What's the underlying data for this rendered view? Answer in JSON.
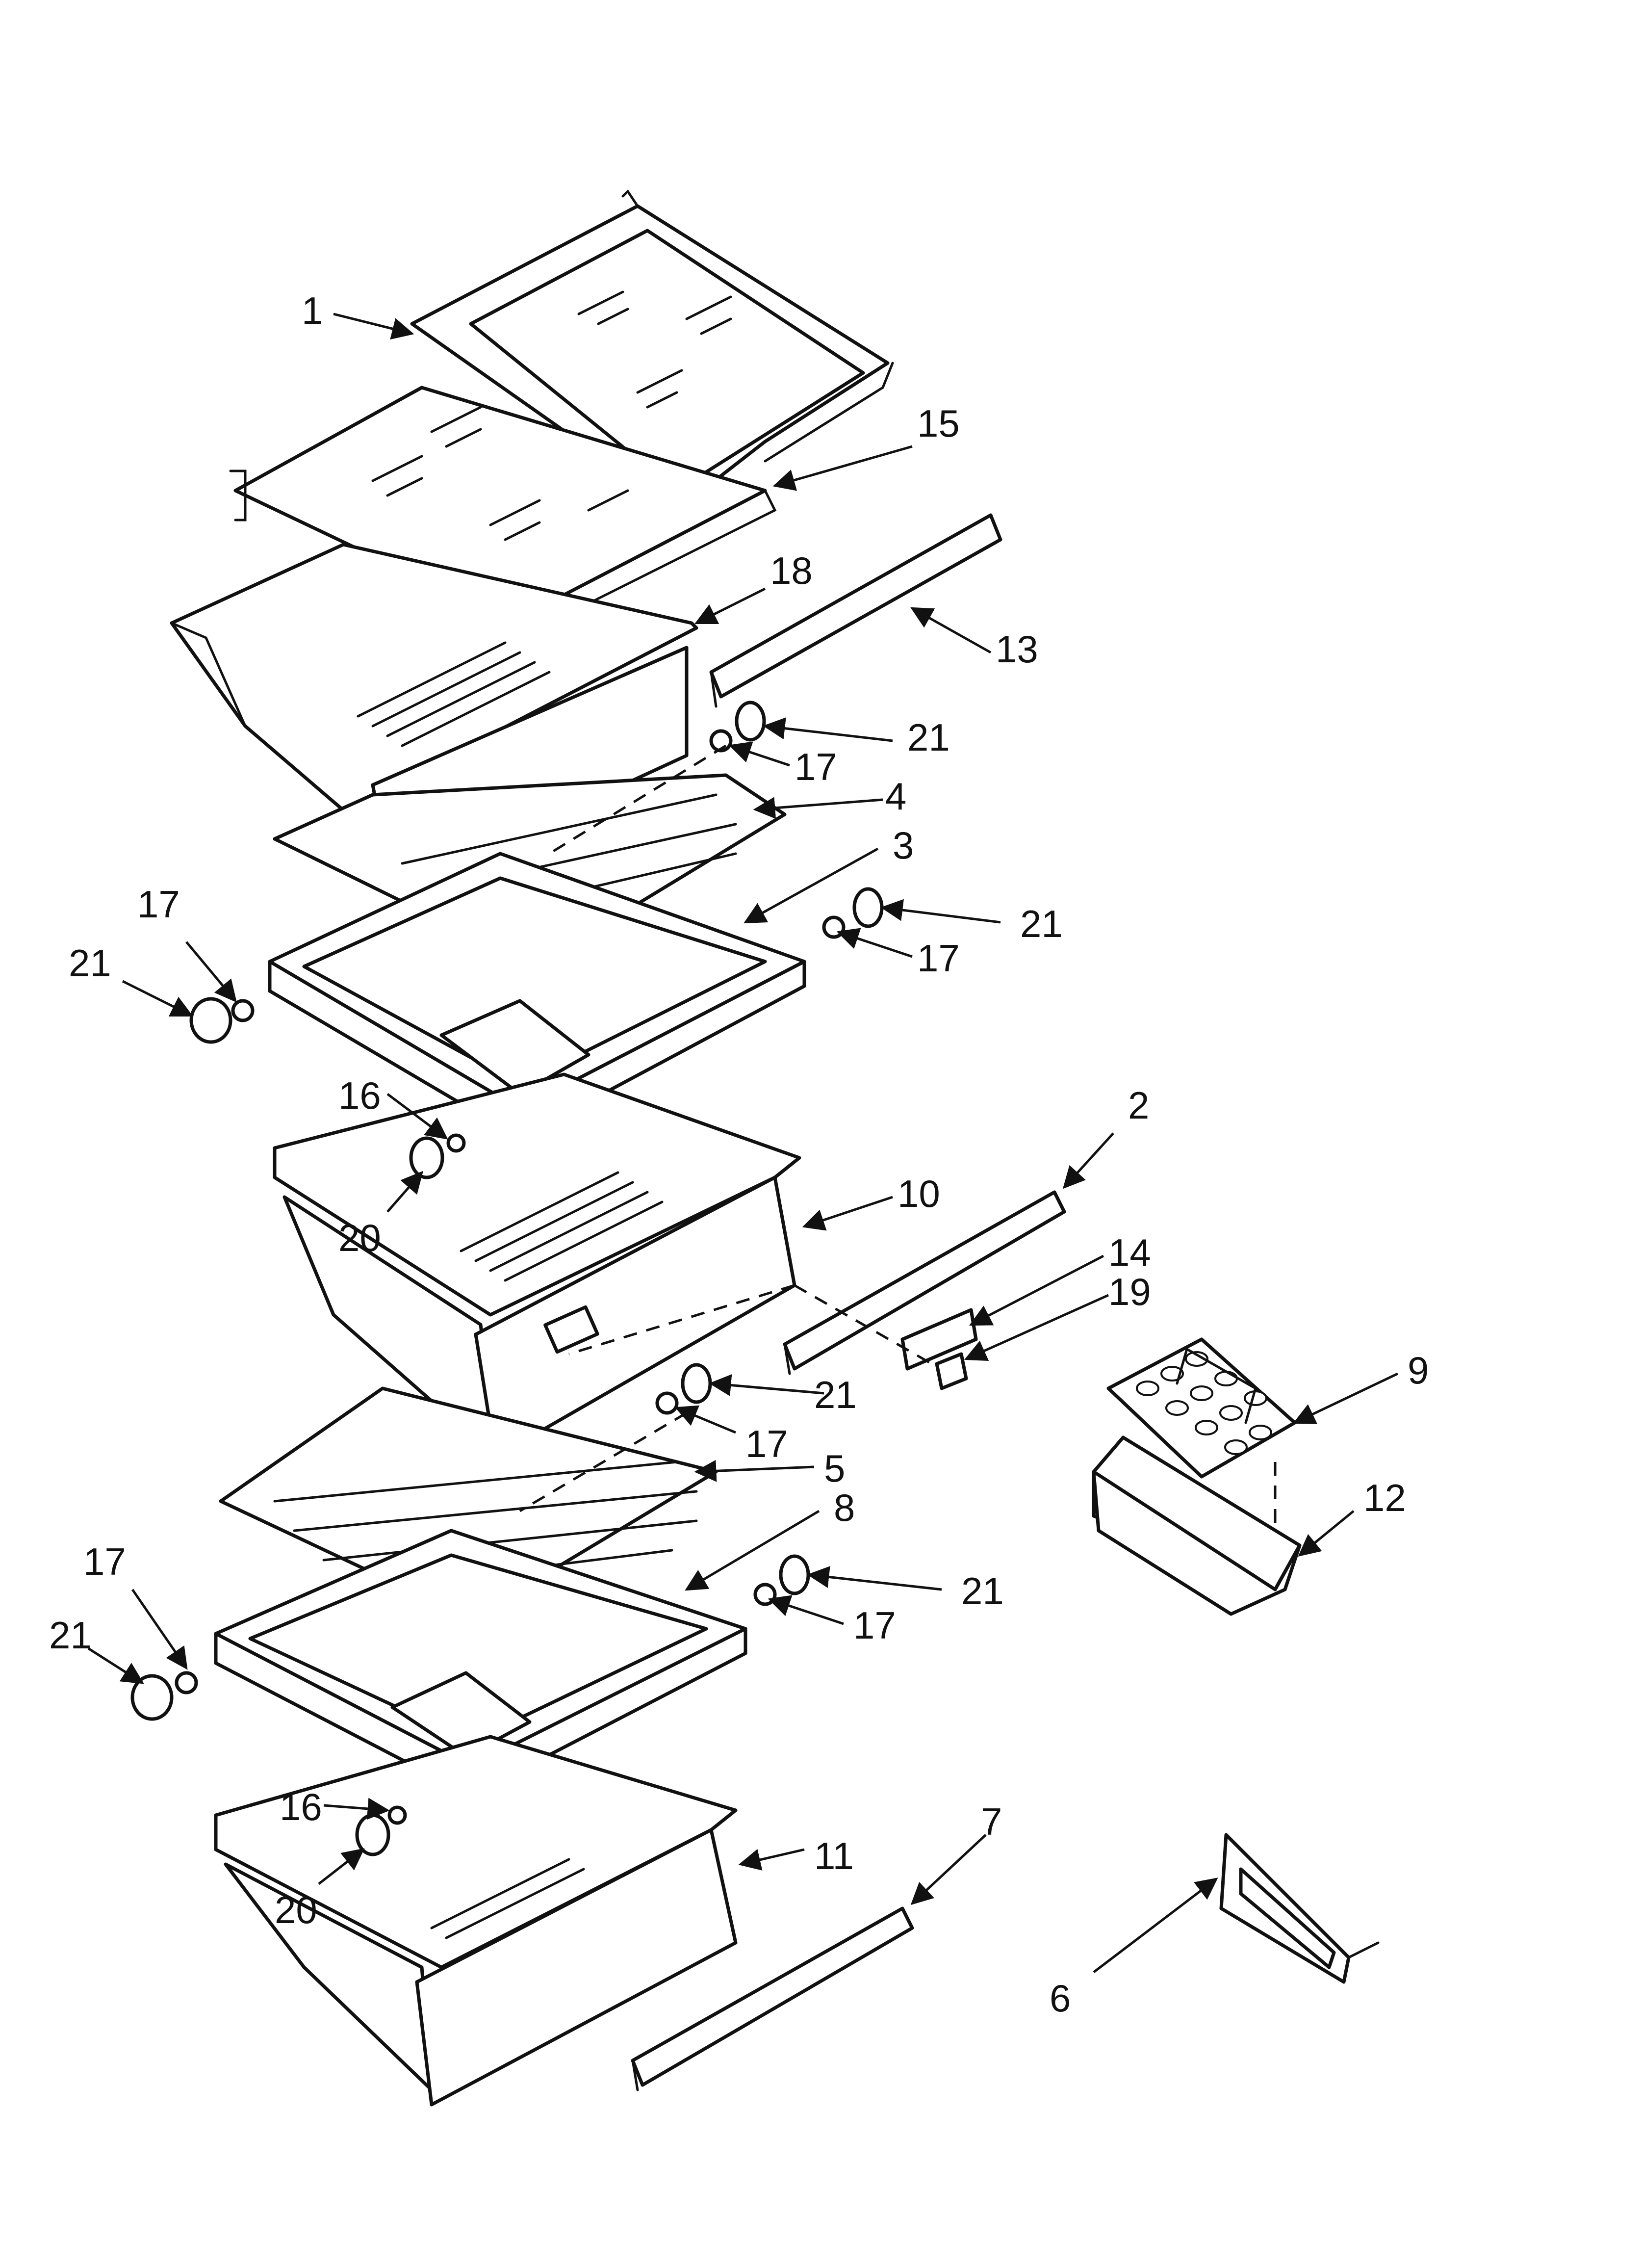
{
  "diagram": {
    "parts": [
      {
        "id": "top-glass-shelf",
        "callout": "1"
      },
      {
        "id": "lower-crisper-cover",
        "callout": "2"
      },
      {
        "id": "upper-crisper-frame",
        "callout": "3"
      },
      {
        "id": "upper-crisper-glass",
        "callout": "4"
      },
      {
        "id": "lower-crisper-glass",
        "callout": "5"
      },
      {
        "id": "rear-bracket",
        "callout": "6"
      },
      {
        "id": "bottom-pan-trim",
        "callout": "7"
      },
      {
        "id": "lower-crisper-frame",
        "callout": "8"
      },
      {
        "id": "egg-tray",
        "callout": "9"
      },
      {
        "id": "middle-pan",
        "callout": "10"
      },
      {
        "id": "bottom-pan",
        "callout": "11"
      },
      {
        "id": "egg-bin",
        "callout": "12"
      },
      {
        "id": "upper-trim",
        "callout": "13"
      },
      {
        "id": "control-slide",
        "callout": "14"
      },
      {
        "id": "shelf-trim",
        "callout": "15"
      },
      {
        "id": "axle",
        "callout": "16"
      },
      {
        "id": "roller-axle",
        "callout": "17"
      },
      {
        "id": "top-pan",
        "callout": "18"
      },
      {
        "id": "control-clip",
        "callout": "19"
      },
      {
        "id": "wheel",
        "callout": "20"
      },
      {
        "id": "roller",
        "callout": "21"
      }
    ],
    "labels": {
      "l1": "1",
      "l15": "15",
      "l18": "18",
      "l13": "13",
      "l21a": "21",
      "l17a": "17",
      "l4": "4",
      "l3": "3",
      "l21b": "21",
      "l17b": "17",
      "l17c": "17",
      "l21c": "21",
      "l16a": "16",
      "l20a": "20",
      "l2": "2",
      "l10": "10",
      "l14": "14",
      "l19": "19",
      "l9": "9",
      "l21d": "21",
      "l17d": "17",
      "l5": "5",
      "l8": "8",
      "l12": "12",
      "l17e": "17",
      "l21e": "21",
      "l21f": "21",
      "l17f": "17",
      "l16b": "16",
      "l20b": "20",
      "l11": "11",
      "l7": "7",
      "l6": "6"
    }
  }
}
